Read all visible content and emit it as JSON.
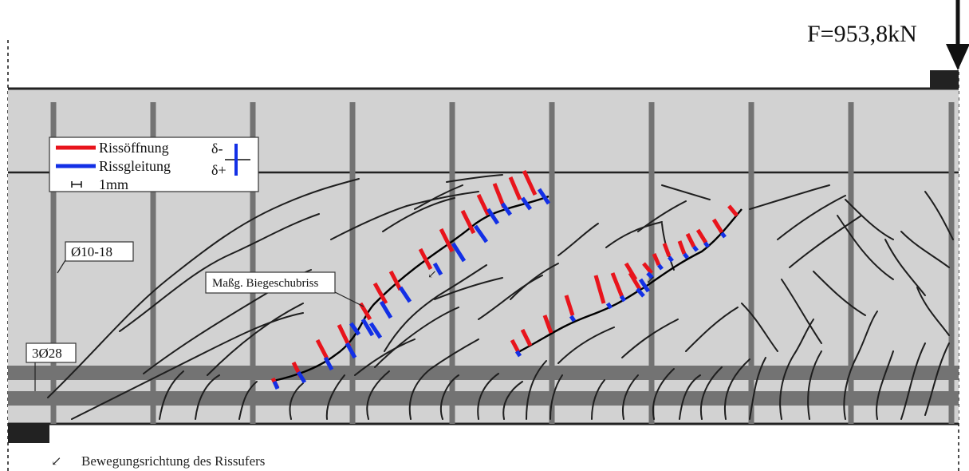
{
  "load": {
    "label": "F=953,8kN"
  },
  "legend": {
    "opening_label": "Rissöffnung",
    "sliding_label": "Rissgleitung",
    "scale_label": "1mm",
    "delta_minus": "δ-",
    "delta_plus": "δ+",
    "opening_color": "#e8141c",
    "sliding_color": "#1330e6"
  },
  "labels": {
    "stirrups": "Ø10-18",
    "longitudinal": "3Ø28",
    "main_crack": "Maßg. Biegeschubriss"
  },
  "footnote": {
    "arrow_glyph": "↙",
    "text": "Bewegungsrichtung des Rissufers"
  },
  "colors": {
    "beam_fill": "#d2d2d2",
    "rebar": "#737373",
    "crack": "#1e1e1e",
    "support": "#222222"
  }
}
